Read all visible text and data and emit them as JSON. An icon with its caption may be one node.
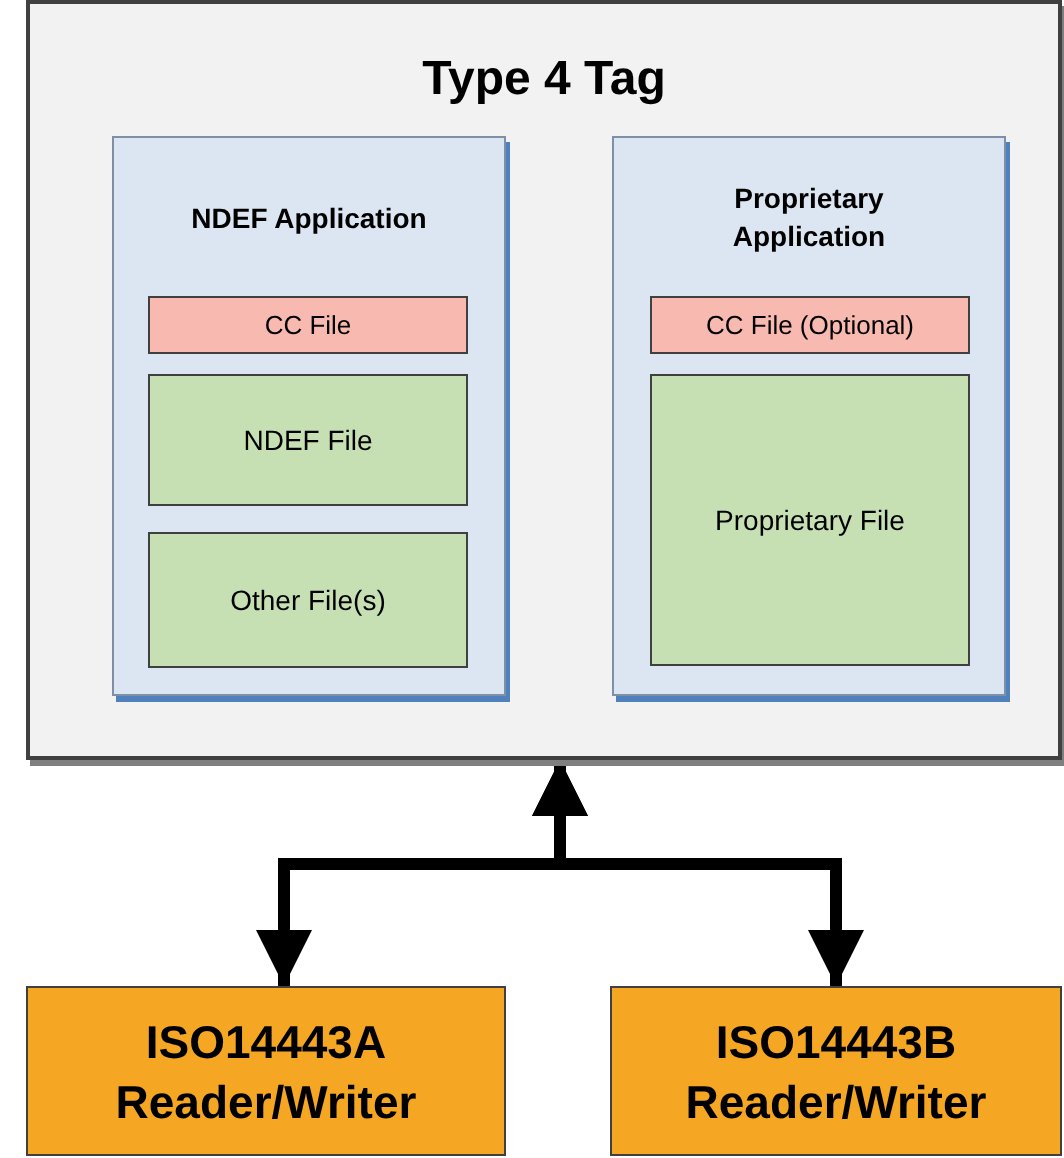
{
  "diagram": {
    "nodes": [
      {
        "text": [
          "Type 4 Tag"
        ]
      },
      {
        "text": [
          "NDEF Application"
        ],
        "in": 0
      },
      {
        "text": [
          "CC File"
        ],
        "in": 1
      },
      {
        "text": [
          "NDEF File"
        ],
        "in": 1
      },
      {
        "text": [
          "Other File(s)"
        ],
        "in": 1
      },
      {
        "text": [
          "Proprietary Application"
        ],
        "in": 0
      },
      {
        "text": [
          "CC File (Optional)"
        ],
        "in": 5
      },
      {
        "text": [
          "Proprietary File"
        ],
        "in": 5
      },
      {
        "text": [
          "ISO14443A Reader/Writer"
        ]
      },
      {
        "text": [
          "ISO14443B Reader/Writer"
        ]
      }
    ],
    "edges": [
      {
        "from": 8,
        "to": 0,
        "arrow": "both"
      },
      {
        "from": 9,
        "to": 0,
        "arrow": "both"
      }
    ]
  }
}
